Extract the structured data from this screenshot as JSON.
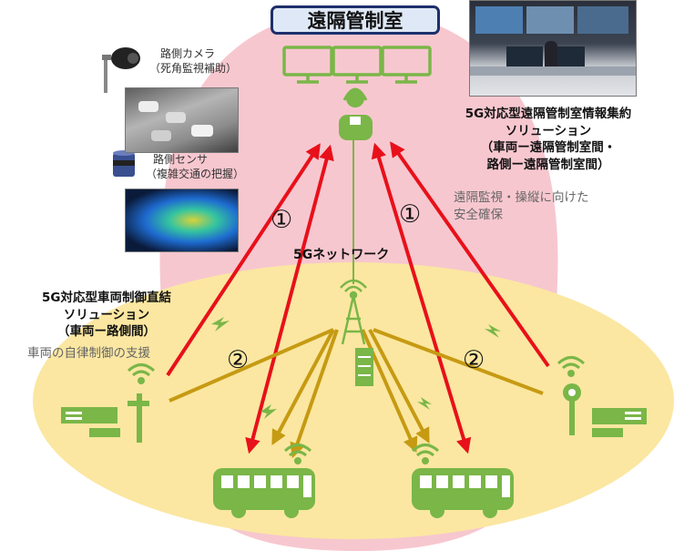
{
  "center": {
    "title": "遠隔管制室"
  },
  "labels": {
    "camera_title": "路側カメラ",
    "camera_sub": "（死角監視補助）",
    "sensor_title": "路側センサ",
    "sensor_sub": "（複雑交通の把握）",
    "network": "5Gネットワーク",
    "right_title": "5G対応型遠隔管制室情報集約\nソリューション\n（車両ー遠隔管制室間・\n路側ー遠隔管制室間）",
    "right_note": "遠隔監視・操縦に向けた\n安全確保",
    "left_title": "5G対応型車両制御直結\nソリューション\n（車両ー路側間）",
    "left_note": "車両の自律制御の支援"
  },
  "markers": {
    "m1_left": "①",
    "m1_right": "①",
    "m2_left": "②",
    "m2_right": "②"
  },
  "colors": {
    "pink_region": "#f7c7cf",
    "yellow_region": "#fbe7a1",
    "red_arrow": "#e8101a",
    "gold_arrow": "#c69a12",
    "device_green": "#7ab648",
    "title_border": "#1d2f6b",
    "title_fill": "#dfe8f6"
  },
  "icons": [
    "monitor-icon",
    "operator-icon",
    "camera-icon",
    "lidar-sensor-icon",
    "antenna-tower-icon",
    "server-icon",
    "bus-icon",
    "wifi-icon",
    "lightning-icon",
    "roadside-unit-icon"
  ]
}
